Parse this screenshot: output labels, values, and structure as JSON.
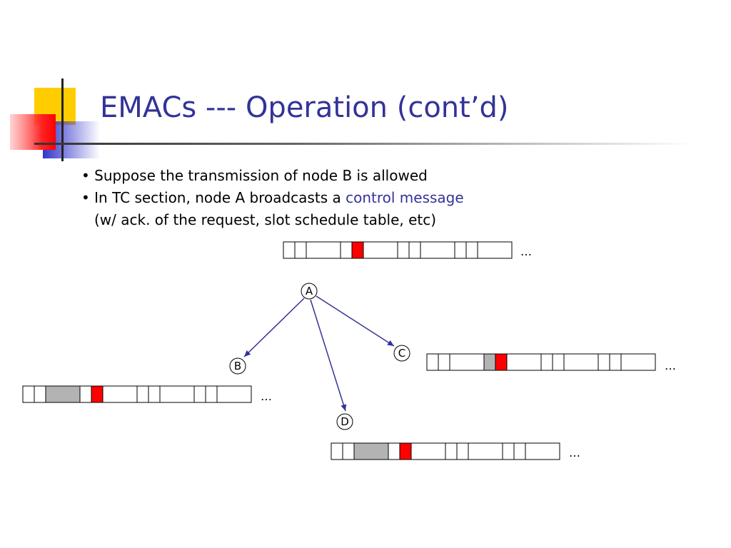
{
  "title": "EMACs --- Operation (cont’d)",
  "bullets": [
    {
      "marker": "•",
      "text": "Suppose the transmission of node B is allowed"
    },
    {
      "marker": "•",
      "text": "In TC section, node A broadcasts a ",
      "highlight": "control message"
    },
    {
      "marker": "",
      "text": "(w/ ack. of the request, slot schedule table, etc)"
    }
  ],
  "nodes": {
    "A": "A",
    "B": "B",
    "C": "C",
    "D": "D"
  },
  "ellipsis": "…",
  "colors": {
    "title": "#333399",
    "control_slot": "#ff0000",
    "request_slot": "#b3b3b3",
    "arrow": "#333399"
  },
  "frames": [
    {
      "node": "A",
      "slots": [
        "empty",
        "empty",
        "empty",
        "empty",
        "control",
        "empty",
        "empty",
        "empty",
        "empty",
        "empty",
        "empty",
        "empty"
      ]
    },
    {
      "node": "B",
      "slots": [
        "empty",
        "empty",
        "request",
        "empty",
        "control",
        "empty",
        "empty",
        "empty",
        "empty",
        "empty",
        "empty",
        "empty"
      ]
    },
    {
      "node": "C",
      "slots": [
        "empty",
        "empty",
        "empty",
        "request",
        "control",
        "empty",
        "empty",
        "empty",
        "empty",
        "empty",
        "empty",
        "empty"
      ]
    },
    {
      "node": "D",
      "slots": [
        "empty",
        "empty",
        "request",
        "empty",
        "control",
        "empty",
        "empty",
        "empty",
        "empty",
        "empty",
        "empty",
        "empty"
      ]
    }
  ]
}
